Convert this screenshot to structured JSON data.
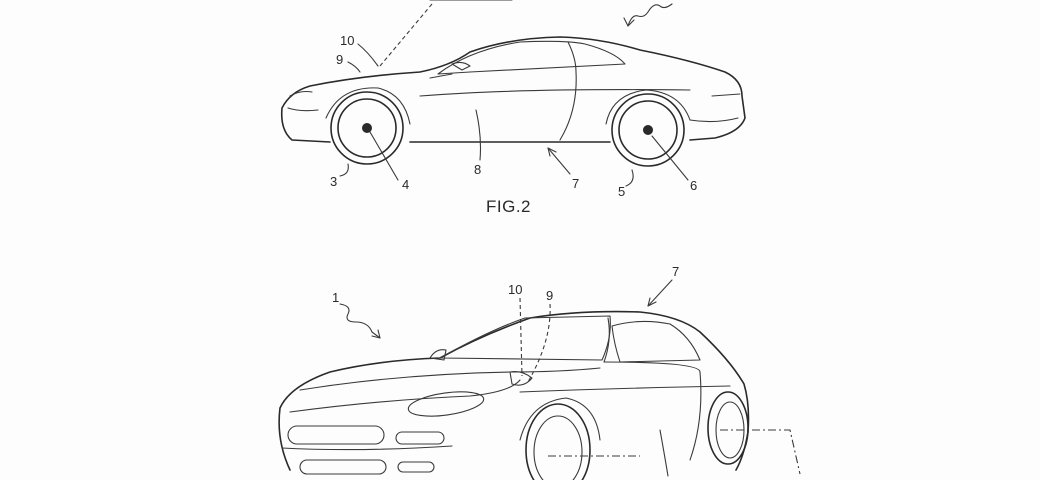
{
  "figure_caption": "FIG.2",
  "fig2_refs": {
    "r10": "10",
    "r9": "9",
    "r3": "3",
    "r4": "4",
    "r8": "8",
    "r7": "7",
    "r5": "5",
    "r6": "6"
  },
  "fig1_refs": {
    "r1": "1",
    "r10": "10",
    "r9": "9",
    "r7": "7"
  }
}
